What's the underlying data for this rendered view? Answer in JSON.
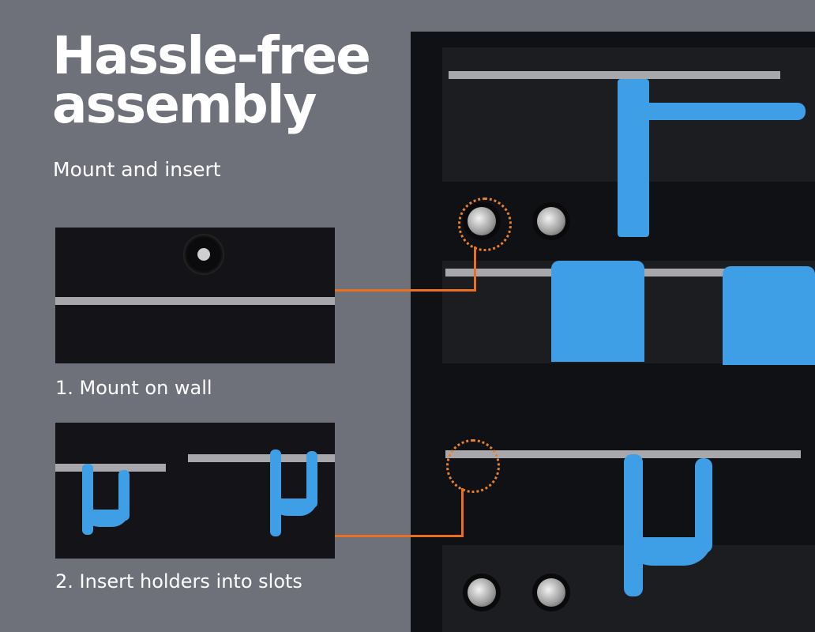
{
  "heading": {
    "title_line1": "Hassle-free",
    "title_line2": "assembly",
    "subtitle": "Mount and insert"
  },
  "steps": [
    {
      "number": 1,
      "caption": "1. Mount on wall"
    },
    {
      "number": 2,
      "caption": "2. Insert holders into slots"
    }
  ],
  "colors": {
    "background": "#6e717a",
    "board": "#101114",
    "holder_blue": "#3f9fe6",
    "callout_orange": "#e8701e"
  },
  "icons": [
    "screw-icon",
    "mounting-hole-icon",
    "hook-holder-icon"
  ]
}
